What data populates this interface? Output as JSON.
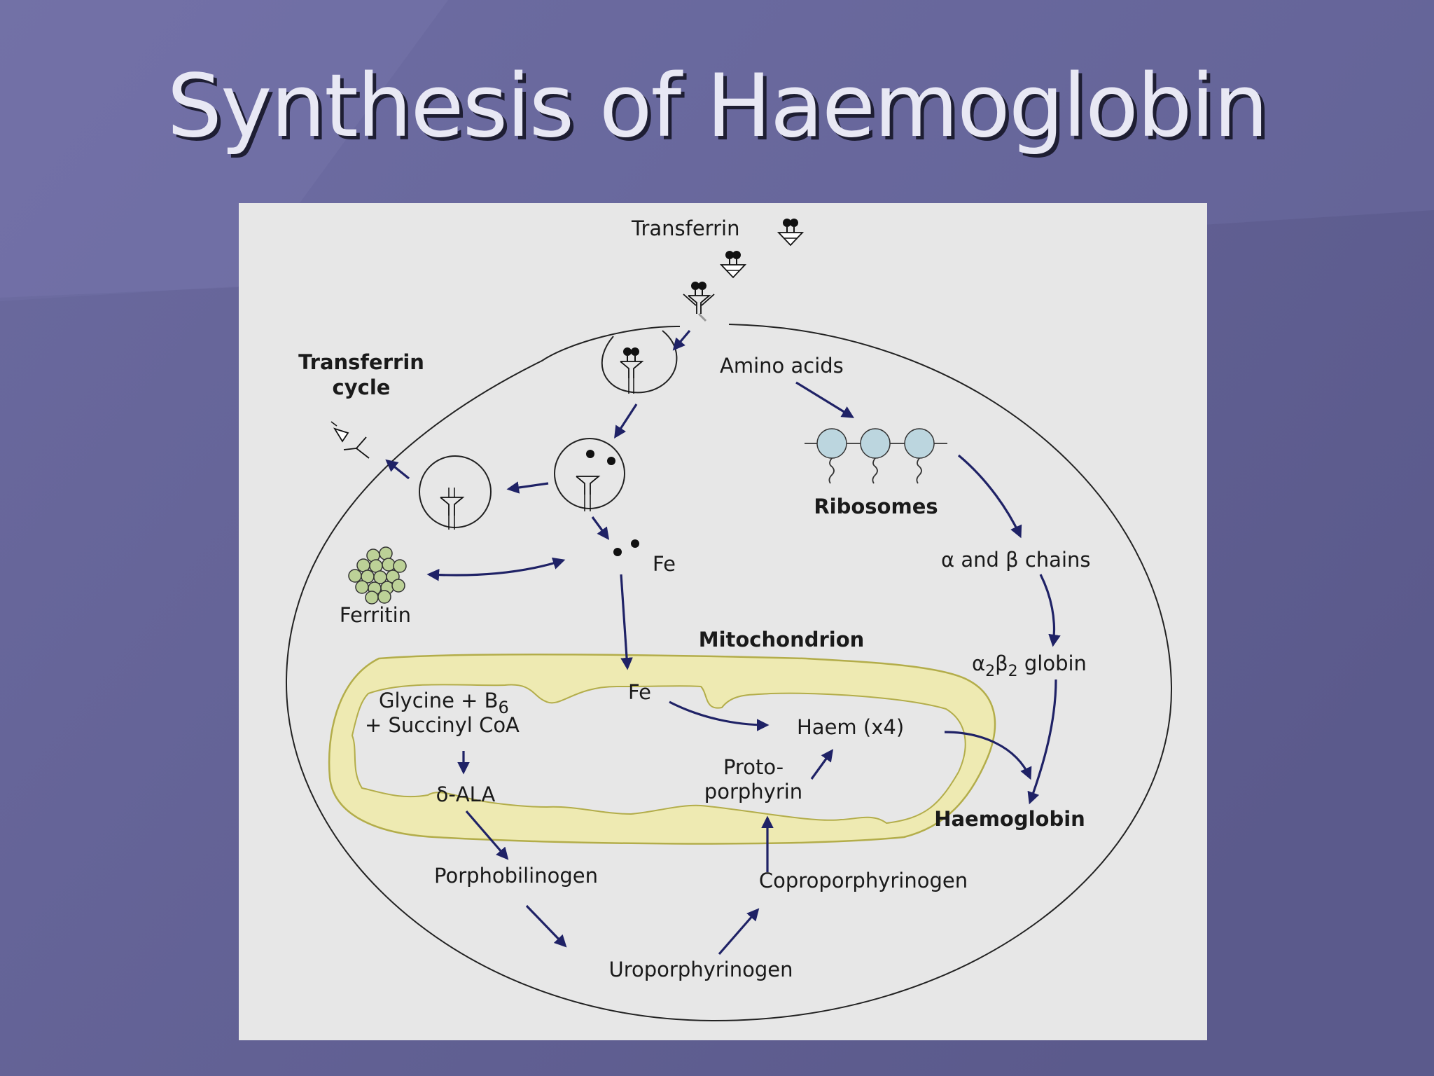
{
  "slide": {
    "title": "Synthesis of Haemoglobin",
    "background_color": "#5f5d8f",
    "panel_color": "#e7e7e7"
  },
  "diagram": {
    "labels": {
      "transferrin": "Transferrin",
      "transferrin_cycle_1": "Transferrin",
      "transferrin_cycle_2": "cycle",
      "amino_acids": "Amino acids",
      "ribosomes": "Ribosomes",
      "chains_alpha": "α",
      "chains_and": " and ",
      "chains_beta": "β",
      "chains_rest": " chains",
      "fe_cytoplasm": "Fe",
      "ferritin": "Ferritin",
      "mitochondrion": "Mitochondrion",
      "globin_alpha": "α",
      "globin_sub2a": "2",
      "globin_beta": "β",
      "globin_sub2b": "2",
      "globin_rest": " globin",
      "glycine": "Glycine + B",
      "glycine_sub": "6",
      "succinyl": "+ Succinyl CoA",
      "fe_mito": "Fe",
      "haem": "Haem (x4)",
      "proto_1": "Proto-",
      "proto_2": "porphyrin",
      "delta_ala": "δ-ALA",
      "porphobilinogen": "Porphobilinogen",
      "coproporphyrinogen": "Coproporphyrinogen",
      "uroporphyrinogen": "Uroporphyrinogen",
      "haemoglobin": "Haemoglobin"
    },
    "colors": {
      "arrow": "#1f2266",
      "mitochondrion_fill": "#eeeab2",
      "mitochondrion_stroke": "#b3ad4a",
      "ribosome_fill": "#bcd6df",
      "ferritin_fill": "#bcd197",
      "outline": "#1a1a1a"
    },
    "icons": [
      "transferrin-iron-icon",
      "transferrin-receptor-icon",
      "endosome-icon",
      "ribosome-icon",
      "ferritin-cluster-icon",
      "mitochondrion-shape"
    ]
  }
}
